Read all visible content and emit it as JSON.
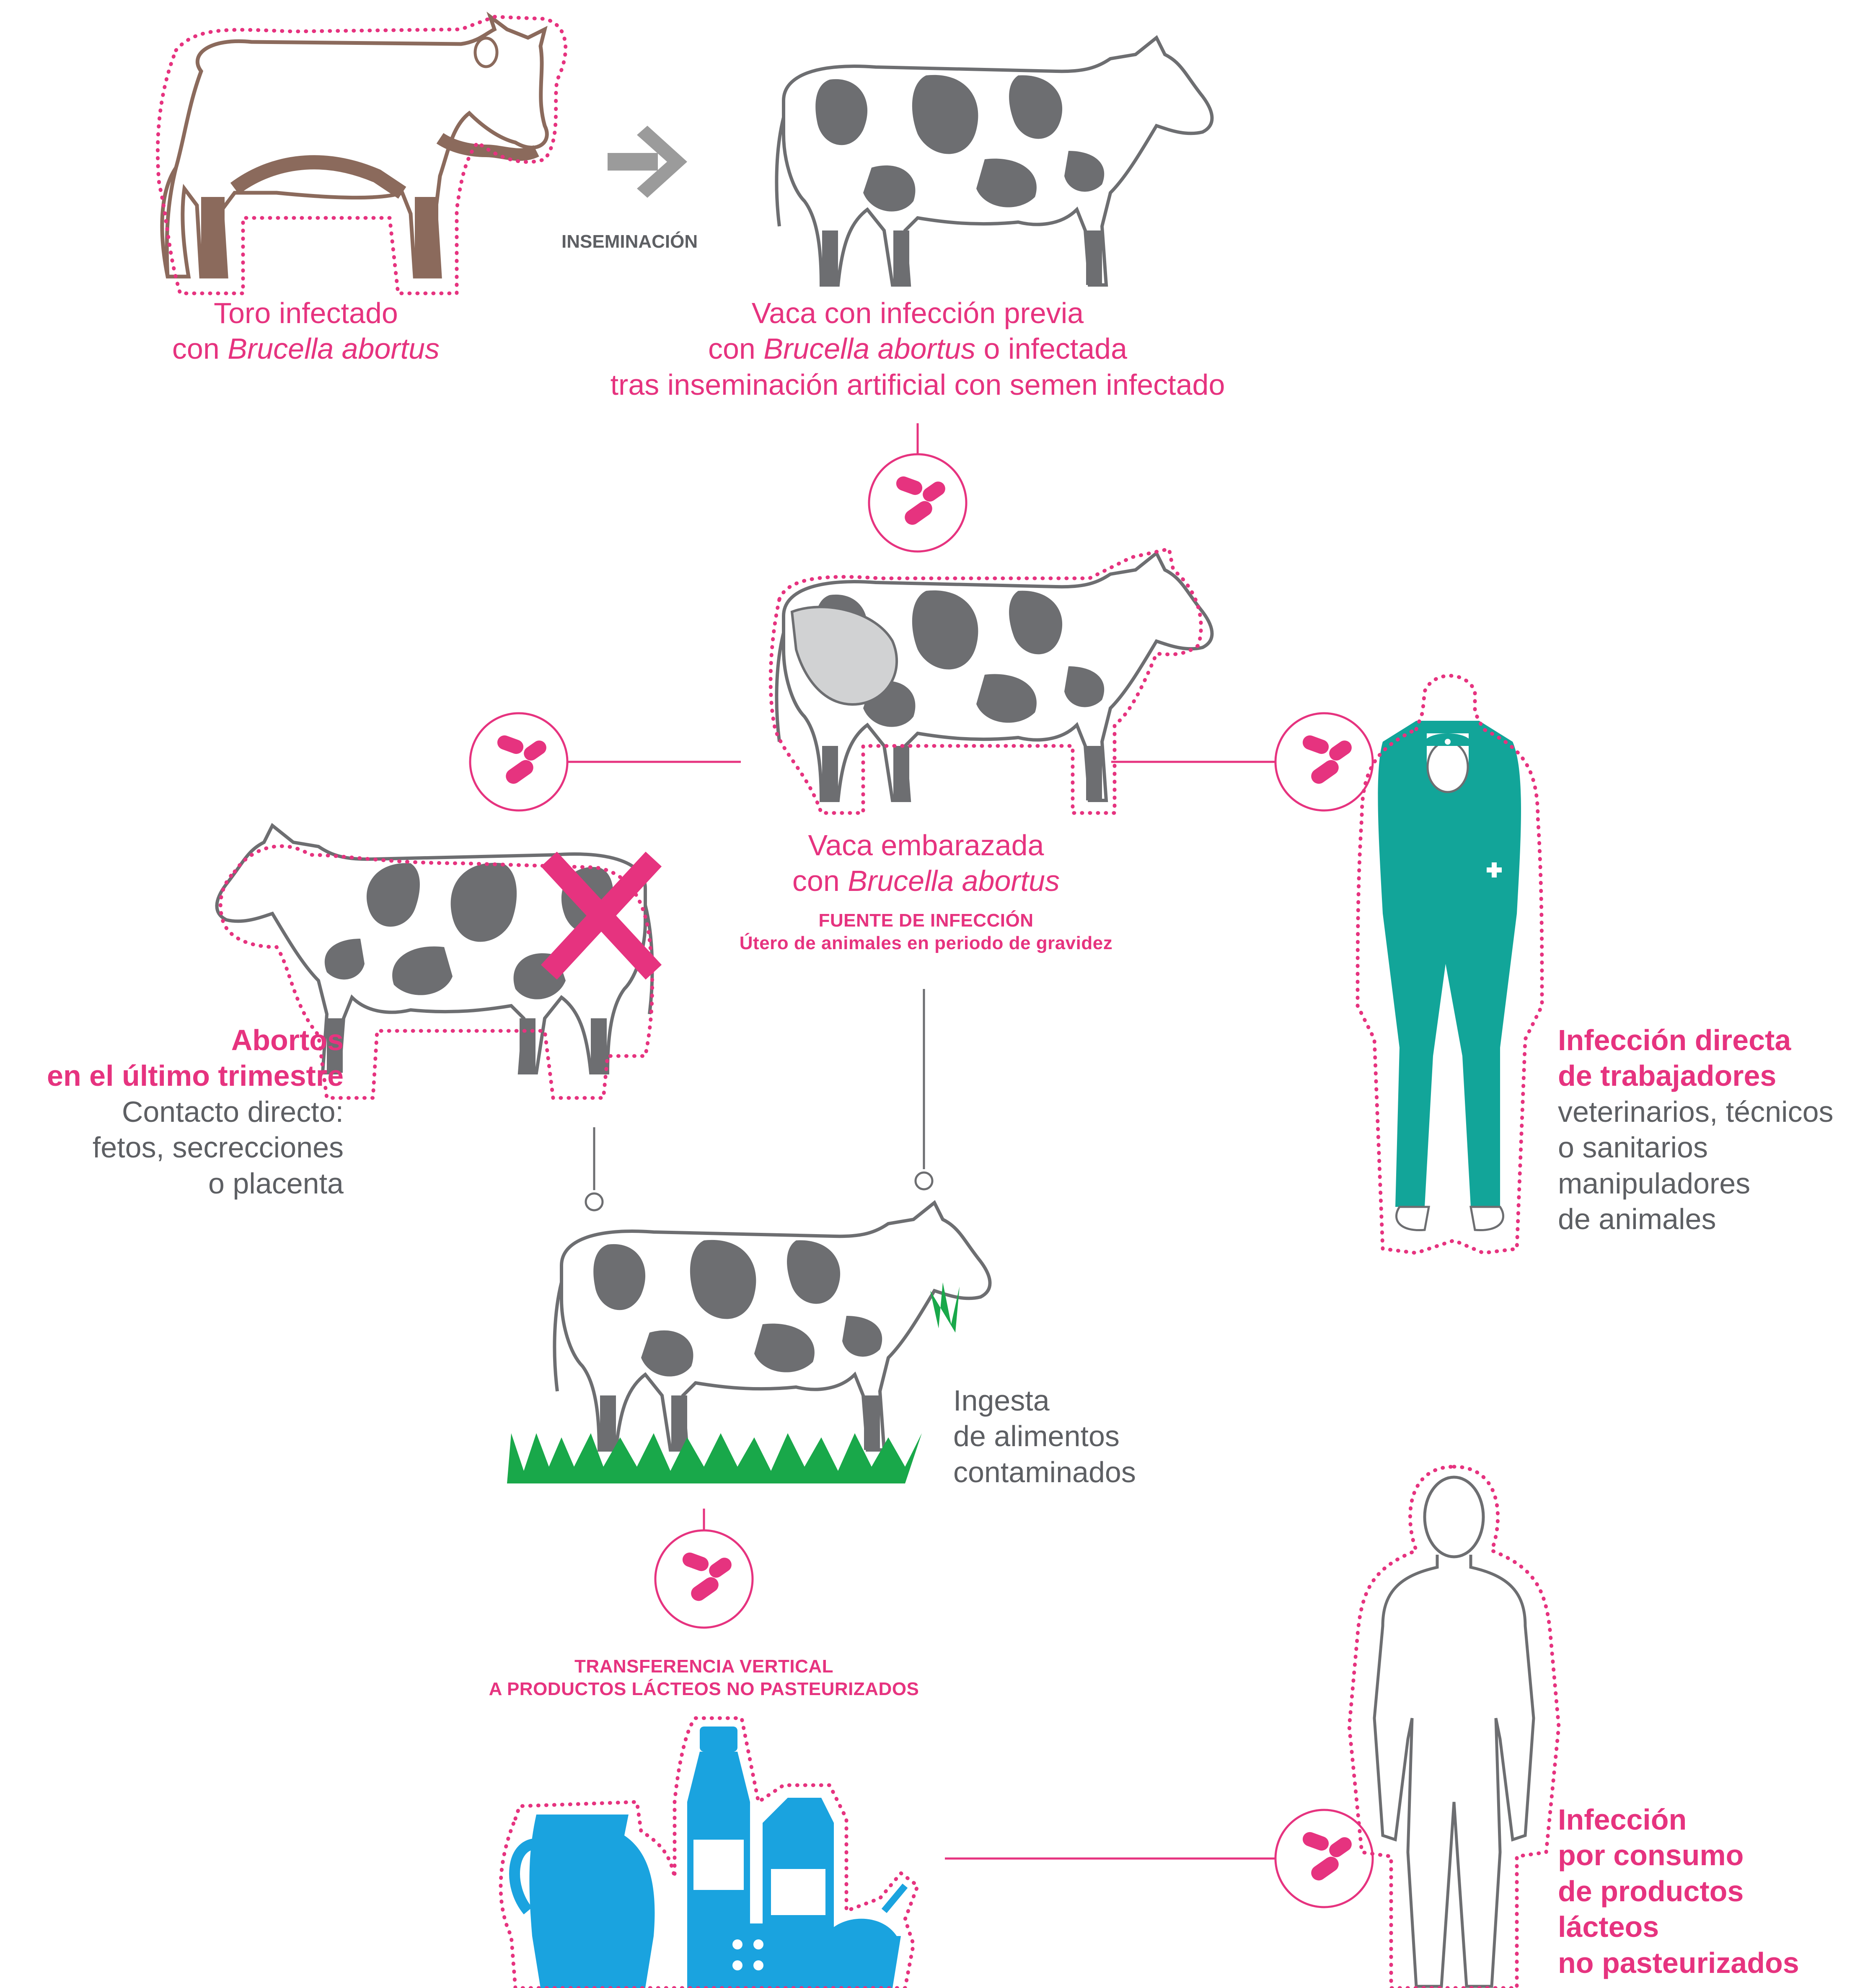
{
  "colors": {
    "pink": "#e6337f",
    "grey": "#6d6e71",
    "bull_brown": "#8b6a5c",
    "worker_teal": "#12a599",
    "dairy_blue": "#1aa3df",
    "grass_green": "#19a84a",
    "arrow_grey": "#9b9b9b"
  },
  "icons": [
    "bacteria-icon",
    "arrow-right-icon",
    "cross-icon",
    "paw-icon",
    "medical-cross-icon"
  ],
  "labels": {
    "insemination": "INSEMINACIÓN",
    "bull": {
      "l1": "Toro infectado",
      "l2a": "con ",
      "l2b": "Brucella abortus"
    },
    "cow_prev": {
      "l1": "Vaca con infección previa",
      "l2a": "con ",
      "l2b": "Brucella abortus",
      "l2c": " o infectada",
      "l3": "tras inseminación artificial con semen infectado"
    },
    "pregnant": {
      "l1": "Vaca embarazada",
      "l2a": "con ",
      "l2b": "Brucella abortus",
      "source_title": "FUENTE DE INFECCIÓN",
      "source_desc": "Útero de animales en periodo de gravidez"
    },
    "abortion": {
      "t1": "Abortos",
      "t2": "en el último trimestre",
      "d1": "Contacto directo:",
      "d2": "fetos, secrecciones",
      "d3": "o placenta"
    },
    "workers": {
      "t1": "Infección directa",
      "t2": "de trabajadores",
      "d1": "veterinarios, técnicos",
      "d2": "o sanitarios",
      "d3": "manipuladores",
      "d4": "de animales"
    },
    "ingest": {
      "l1": "Ingesta",
      "l2": "de alimentos",
      "l3": "contaminados"
    },
    "transfer": {
      "l1": "TRANSFERENCIA VERTICAL",
      "l2": "A PRODUCTOS LÁCTEOS NO PASTEURIZADOS"
    },
    "consumption": {
      "l1": "Infección",
      "l2": "por consumo",
      "l3": "de productos",
      "l4": "lácteos",
      "l5": "no pasteurizados"
    }
  }
}
